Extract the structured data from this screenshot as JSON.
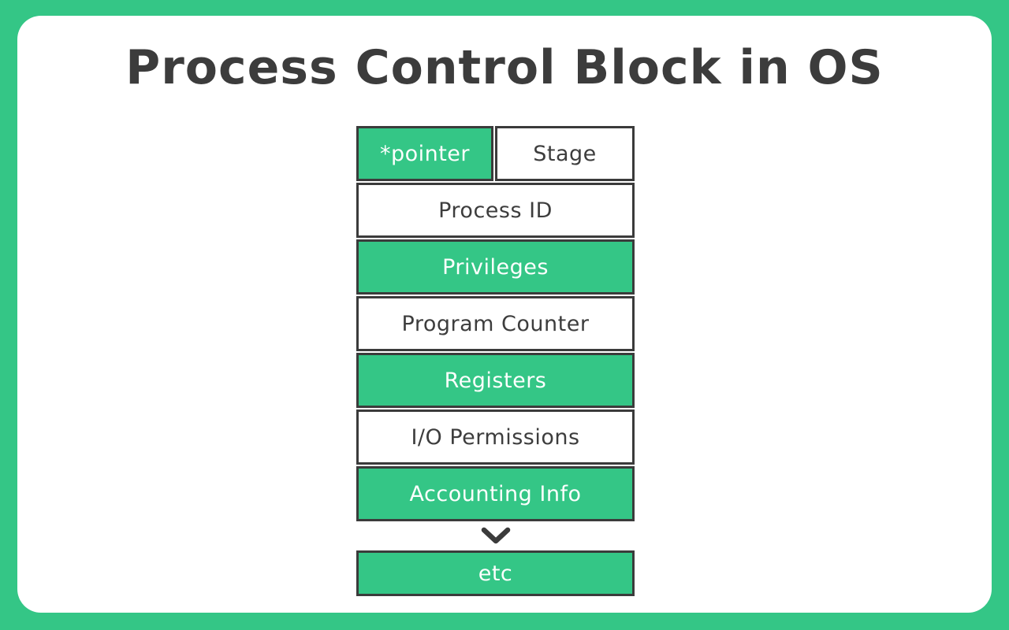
{
  "title": "Process Control Block in OS",
  "colors": {
    "accent_green": "#34c686",
    "border_dark": "#3b3b3b",
    "text_dark": "#3d3d3d",
    "text_light": "#fdfffe",
    "card_bg": "#ffffff"
  },
  "diagram": {
    "top_row": {
      "cells": [
        {
          "label": "*pointer",
          "variant": "green"
        },
        {
          "label": "Stage",
          "variant": "white"
        }
      ]
    },
    "rows": [
      {
        "label": "Process ID",
        "variant": "white"
      },
      {
        "label": "Privileges",
        "variant": "green"
      },
      {
        "label": "Program Counter",
        "variant": "white"
      },
      {
        "label": "Registers",
        "variant": "green"
      },
      {
        "label": "I/O Permissions",
        "variant": "white"
      },
      {
        "label": "Accounting Info",
        "variant": "green"
      }
    ],
    "arrow_icon": "chevron-down",
    "footer_row": {
      "label": "etc",
      "variant": "green"
    }
  }
}
